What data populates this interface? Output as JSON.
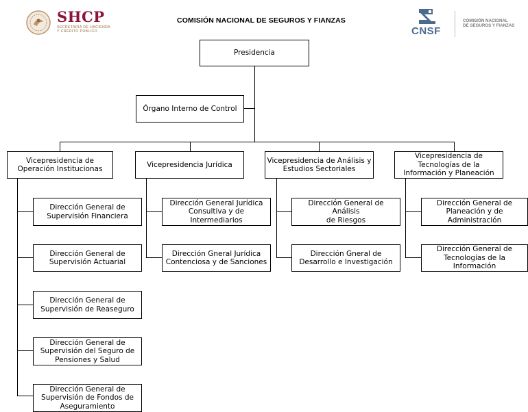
{
  "header": {
    "title": "COMISIÓN NACIONAL DE SEGUROS Y FIANZAS",
    "shcp": {
      "wordmark": "SHCP",
      "subtitle": "SECRETARÍA DE HACIENDA\nY CRÉDITO PÚBLICO",
      "brand_color": "#8b1538",
      "accent_color": "#9b6b3e"
    },
    "cnsf": {
      "wordmark": "CNSF",
      "subtitle": "COMISIÓN NACIONAL\nDE SEGUROS Y FIANZAS",
      "brand_color": "#4a6b8f"
    }
  },
  "org": {
    "root": "Presidencia",
    "control": "Órgano Interno de Control",
    "columns": [
      {
        "head": "Vicepresidencia de\nOperación Institucionas",
        "children": [
          "Dirección General de\nSupervisión Financiera",
          "Dirección General de\nSupervisión Actuarial",
          "Dirección General de\nSupervisión de Reaseguro",
          "Dirección General de\nSupervisión del Seguro de\nPensiones y Salud",
          "Dirección General de\nSupervisión de Fondos de\nAseguramiento"
        ]
      },
      {
        "head": "Vicepresidencia Jurídica",
        "children": [
          "Dirección General Jurídica\nConsultiva y de\nIntermediarios",
          "Dirección Gneral Jurídica\nContenciosa y de Sanciones"
        ]
      },
      {
        "head": "Vicepresidencia de Análisis y\nEstudios Sectoriales",
        "children": [
          "Dirección General de Análisis\nde Riesgos",
          "Dirección Gneral de\nDesarrollo e Investigación"
        ]
      },
      {
        "head": "Vicepresidencia de\nTecnologías de la\nInformación y Planeación",
        "children": [
          "Dirección General de\nPlaneación y de\nAdministración",
          "Dirección General de\nTecnologías de la\nInformación"
        ]
      }
    ]
  }
}
